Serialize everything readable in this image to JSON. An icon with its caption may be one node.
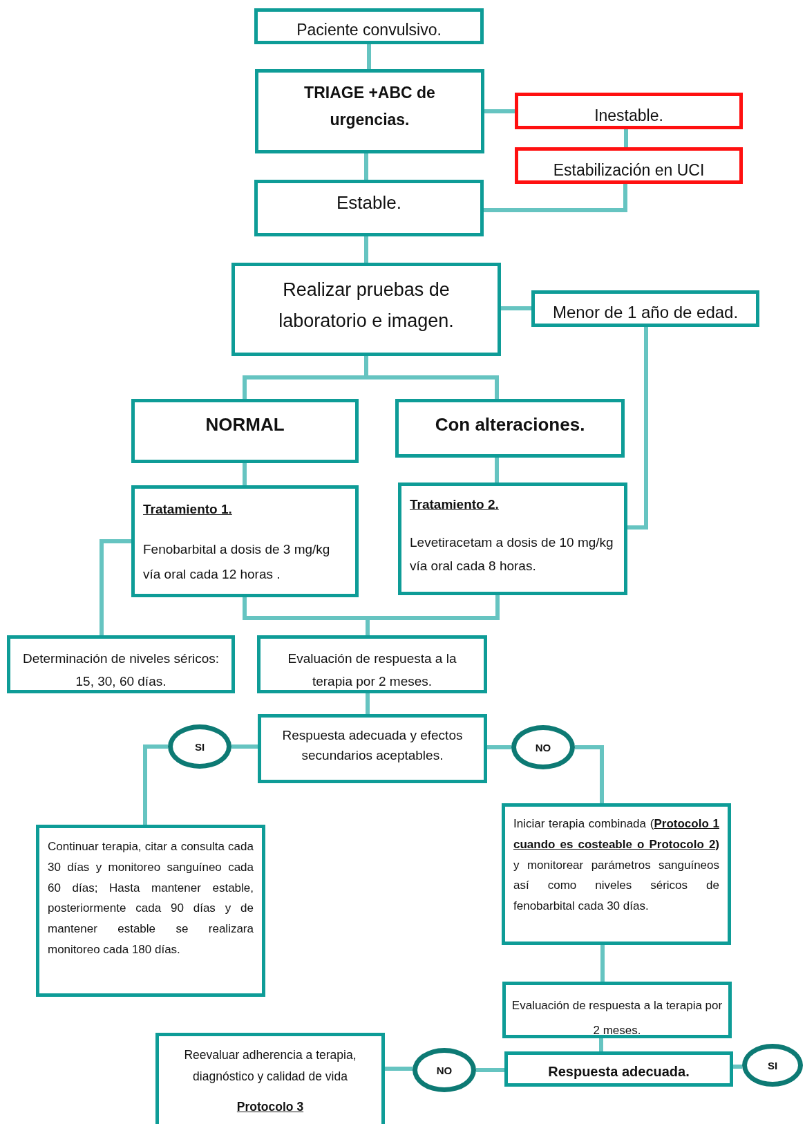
{
  "diagram": {
    "nodes": [
      {
        "text": [
          "Paciente convulsivo."
        ]
      },
      {
        "text": [
          "TRIAGE +ABC de urgencias."
        ]
      },
      {
        "text": [
          "Inestable."
        ]
      },
      {
        "text": [
          "Estabilización en UCI"
        ]
      },
      {
        "text": [
          "Estable."
        ]
      },
      {
        "text": [
          "Realizar pruebas de laboratorio  e imagen."
        ]
      },
      {
        "text": [
          "Menor de 1 año de edad."
        ]
      },
      {
        "text": [
          "NORMAL"
        ]
      },
      {
        "text": [
          "Con alteraciones."
        ]
      },
      {
        "text": [
          "Tratamiento 1.",
          "Fenobarbital a dosis de 3 mg/kg vía oral cada 12 horas ."
        ]
      },
      {
        "text": [
          "Tratamiento 2.",
          "Levetiracetam a dosis de 10 mg/kg vía oral cada 8 horas."
        ]
      },
      {
        "text": [
          "Determinación de niveles séricos: 15, 30, 60 días."
        ]
      },
      {
        "text": [
          "Evaluación de respuesta a la terapia por 2 meses."
        ]
      },
      {
        "text": [
          "Respuesta adecuada y efectos secundarios aceptables."
        ]
      },
      {
        "text": [
          "SI"
        ]
      },
      {
        "text": [
          "NO"
        ]
      },
      {
        "text": [
          "Continuar terapia, citar a consulta cada 30 días y monitoreo sanguíneo cada 60 días; Hasta mantener estable, posteriormente cada 90 días  y de mantener estable se realizara monitoreo cada 180 días."
        ]
      },
      {
        "text": [
          "Iniciar terapia combinada (**Protocolo 1  cuando es costeable o  Protocolo  2)** y monitorear parámetros sanguíneos así como niveles séricos  de fenobarbital cada 30 días."
        ]
      },
      {
        "text": [
          "Evaluación de respuesta a la terapia por 2 meses."
        ]
      },
      {
        "text": [
          "Reevaluar adherencia a terapia, diagnóstico y calidad de vida",
          "Protocolo 3"
        ]
      },
      {
        "text": [
          "NO"
        ]
      },
      {
        "text": [
          "Respuesta adecuada."
        ]
      },
      {
        "text": [
          "SI"
        ]
      }
    ],
    "edges": [
      {
        "from": 0,
        "to": 1,
        "arrow": "none"
      },
      {
        "from": 1,
        "to": 2,
        "arrow": "none"
      },
      {
        "from": 2,
        "to": 3,
        "arrow": "none"
      },
      {
        "from": 3,
        "to": 4,
        "arrow": "none"
      },
      {
        "from": 1,
        "to": 4,
        "arrow": "none"
      },
      {
        "from": 4,
        "to": 5,
        "arrow": "none"
      },
      {
        "from": 5,
        "to": 6,
        "arrow": "none"
      },
      {
        "from": 5,
        "to": 7,
        "arrow": "none"
      },
      {
        "from": 5,
        "to": 8,
        "arrow": "none"
      },
      {
        "from": 6,
        "to": 10,
        "arrow": "none"
      },
      {
        "from": 7,
        "to": 9,
        "arrow": "none"
      },
      {
        "from": 8,
        "to": 10,
        "arrow": "none"
      },
      {
        "from": 9,
        "to": 12,
        "arrow": "none"
      },
      {
        "from": 10,
        "to": 12,
        "arrow": "none"
      },
      {
        "from": 9,
        "to": 11,
        "arrow": "none"
      },
      {
        "from": 12,
        "to": 13,
        "arrow": "none"
      },
      {
        "from": 13,
        "to": 14,
        "arrow": "none"
      },
      {
        "from": 14,
        "to": 16,
        "arrow": "none"
      },
      {
        "from": 13,
        "to": 15,
        "arrow": "none"
      },
      {
        "from": 15,
        "to": 17,
        "arrow": "none"
      },
      {
        "from": 17,
        "to": 18,
        "arrow": "none"
      },
      {
        "from": 18,
        "to": 21,
        "arrow": "none"
      },
      {
        "from": 21,
        "to": 20,
        "arrow": "none"
      },
      {
        "from": 20,
        "to": 19,
        "arrow": "none"
      },
      {
        "from": 21,
        "to": 22,
        "arrow": "none"
      }
    ]
  }
}
